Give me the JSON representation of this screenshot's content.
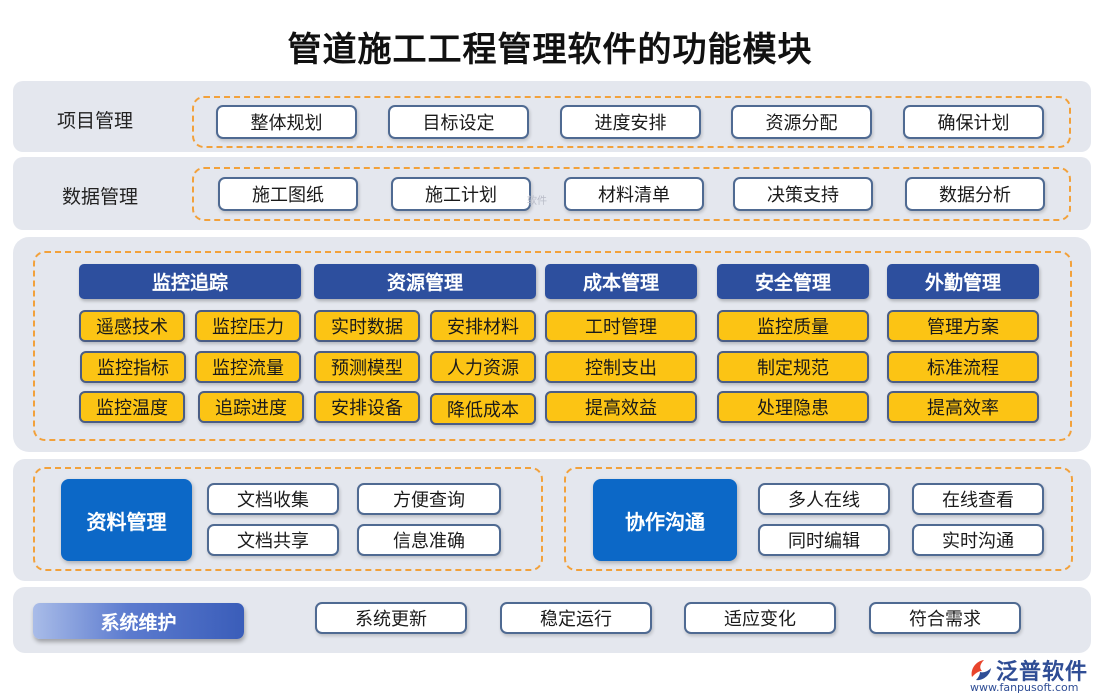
{
  "title": "管道施工工程管理软件的功能模块",
  "project": {
    "label": "项目管理",
    "items": [
      "整体规划",
      "目标设定",
      "进度安排",
      "资源分配",
      "确保计划"
    ]
  },
  "data_mgmt": {
    "label": "数据管理",
    "items": [
      "施工图纸",
      "施工计划",
      "材料清单",
      "决策支持",
      "数据分析"
    ],
    "watermark": "软件"
  },
  "modules": [
    {
      "title": "监控追踪",
      "items": [
        "遥感技术",
        "监控压力",
        "监控指标",
        "监控流量",
        "监控温度",
        "追踪进度"
      ]
    },
    {
      "title": "资源管理",
      "items": [
        "实时数据",
        "安排材料",
        "预测模型",
        "人力资源",
        "安排设备",
        "降低成本"
      ]
    },
    {
      "title": "成本管理",
      "items": [
        "工时管理",
        "控制支出",
        "提高效益"
      ]
    },
    {
      "title": "安全管理",
      "items": [
        "监控质量",
        "制定规范",
        "处理隐患"
      ]
    },
    {
      "title": "外勤管理",
      "items": [
        "管理方案",
        "标准流程",
        "提高效率"
      ]
    }
  ],
  "docs": {
    "title": "资料管理",
    "items": [
      "文档收集",
      "方便查询",
      "文档共享",
      "信息准确"
    ]
  },
  "collab": {
    "title": "协作沟通",
    "items": [
      "多人在线",
      "在线查看",
      "同时编辑",
      "实时沟通"
    ]
  },
  "maintenance": {
    "label": "系统维护",
    "items": [
      "系统更新",
      "稳定运行",
      "适应变化",
      "符合需求"
    ]
  },
  "logo": {
    "name": "泛普软件",
    "url": "www.fanpusoft.com",
    "icon": "fanpu-logo-icon"
  },
  "colors": {
    "band": "#e4e7ee",
    "dash": "#f2a13b",
    "header_blue": "#2d4f9e",
    "yellow": "#fcc414",
    "bright_blue": "#0c68c7"
  }
}
